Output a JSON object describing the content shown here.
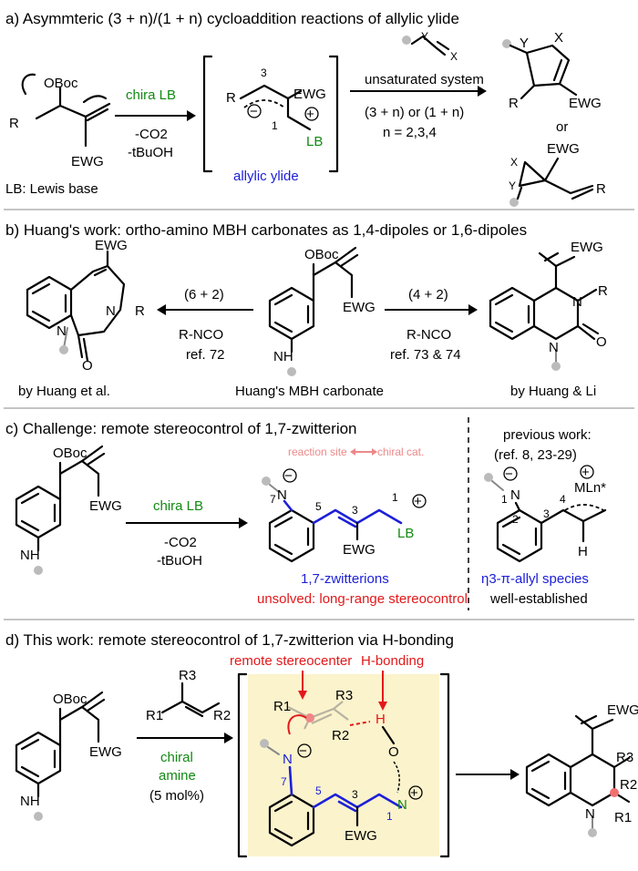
{
  "a": {
    "title": "a) Asymmteric (3 + n)/(1 + n) cycloaddition reactions of allylic ylide",
    "boc": "OBoc",
    "r": "R",
    "ewg": "EWG",
    "lb_note": "LB: Lewis base",
    "reagent": "chira LB",
    "co2": "-CO2",
    "tbuoh": "-tBuOH",
    "n3": "3",
    "n1": "1",
    "lb": "LB",
    "ylide": "allylic ylide",
    "unsat": "unsaturated system",
    "cond": "(3 + n) or (1 + n)",
    "n": "n = 2,3,4",
    "x": "X",
    "y": "Y",
    "or": "or"
  },
  "b": {
    "title": "b) Huang's work: ortho-amino MBH carbonates as 1,4-dipoles or 1,6-dipoles",
    "left_cond": "(6 + 2)",
    "left_reag": "R-NCO",
    "left_ref": "ref. 72",
    "right_cond": "(4 + 2)",
    "right_reag": "R-NCO",
    "right_ref": "ref. 73 & 74",
    "left_cap": "by Huang et al.",
    "mid_cap": "Huang's MBH carbonate",
    "right_cap": "by Huang & Li",
    "ewg": "EWG",
    "boc": "OBoc",
    "nh": "NH",
    "n": "N",
    "o": "O",
    "r": "R"
  },
  "c": {
    "title": "c) Challenge: remote stereocontrol of 1,7-zwitterion",
    "reagent": "chira LB",
    "co2": "-CO2",
    "tbuoh": "-tBuOH",
    "react_site": "reaction site",
    "chiral_cat": "chiral cat.",
    "zw": "1,7-zwitterions",
    "unsolved": "unsolved: long-range stereocontrol",
    "prev": "previous work:",
    "refs": "(ref. 8, 23-29)",
    "allyl": "η3-π-allyl species",
    "est": "well-established",
    "boc": "OBoc",
    "ewg": "EWG",
    "nh": "NH",
    "n": "N",
    "lb": "LB",
    "ml": "MLn*",
    "h": "H",
    "num7": "7",
    "num5": "5",
    "num3": "3",
    "num1": "1",
    "num2": "2",
    "num4": "4"
  },
  "d": {
    "title": "d) This work: remote stereocontrol of 1,7-zwitterion via H-bonding",
    "stereo": "remote stereocenter",
    "hbond": "H-bonding",
    "chiral": "chiral",
    "amine": "amine",
    "mol": "(5 mol%)",
    "r1": "R1",
    "r2": "R2",
    "r3": "R3",
    "h": "H",
    "o": "O",
    "n": "N",
    "ewg": "EWG",
    "boc": "OBoc",
    "nh": "NH",
    "num7": "7",
    "num5": "5",
    "num3": "3",
    "num1": "1"
  }
}
